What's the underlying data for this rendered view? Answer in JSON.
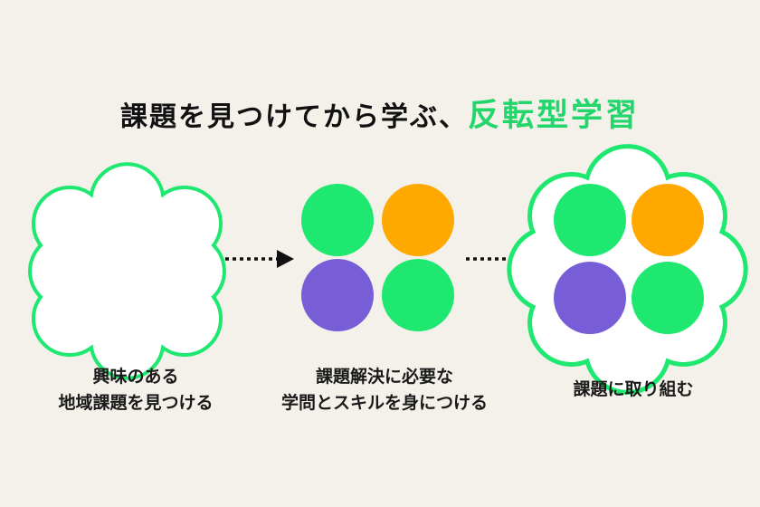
{
  "title": {
    "main": "課題を見つけてから学ぶ、",
    "accent": "反転型学習"
  },
  "steps": [
    {
      "caption_line1": "興味のある",
      "caption_line2": "地域課題を見つける"
    },
    {
      "caption_line1": "課題解決に必要な",
      "caption_line2": "学問とスキルを身につける"
    },
    {
      "caption_line1": "課題に取り組む"
    }
  ],
  "colors": {
    "background": "#f4f1ea",
    "green": "#1ee870",
    "orange": "#ffa800",
    "purple": "#775ed6",
    "arrow": "#111111",
    "title_accent": "#23d66b"
  }
}
